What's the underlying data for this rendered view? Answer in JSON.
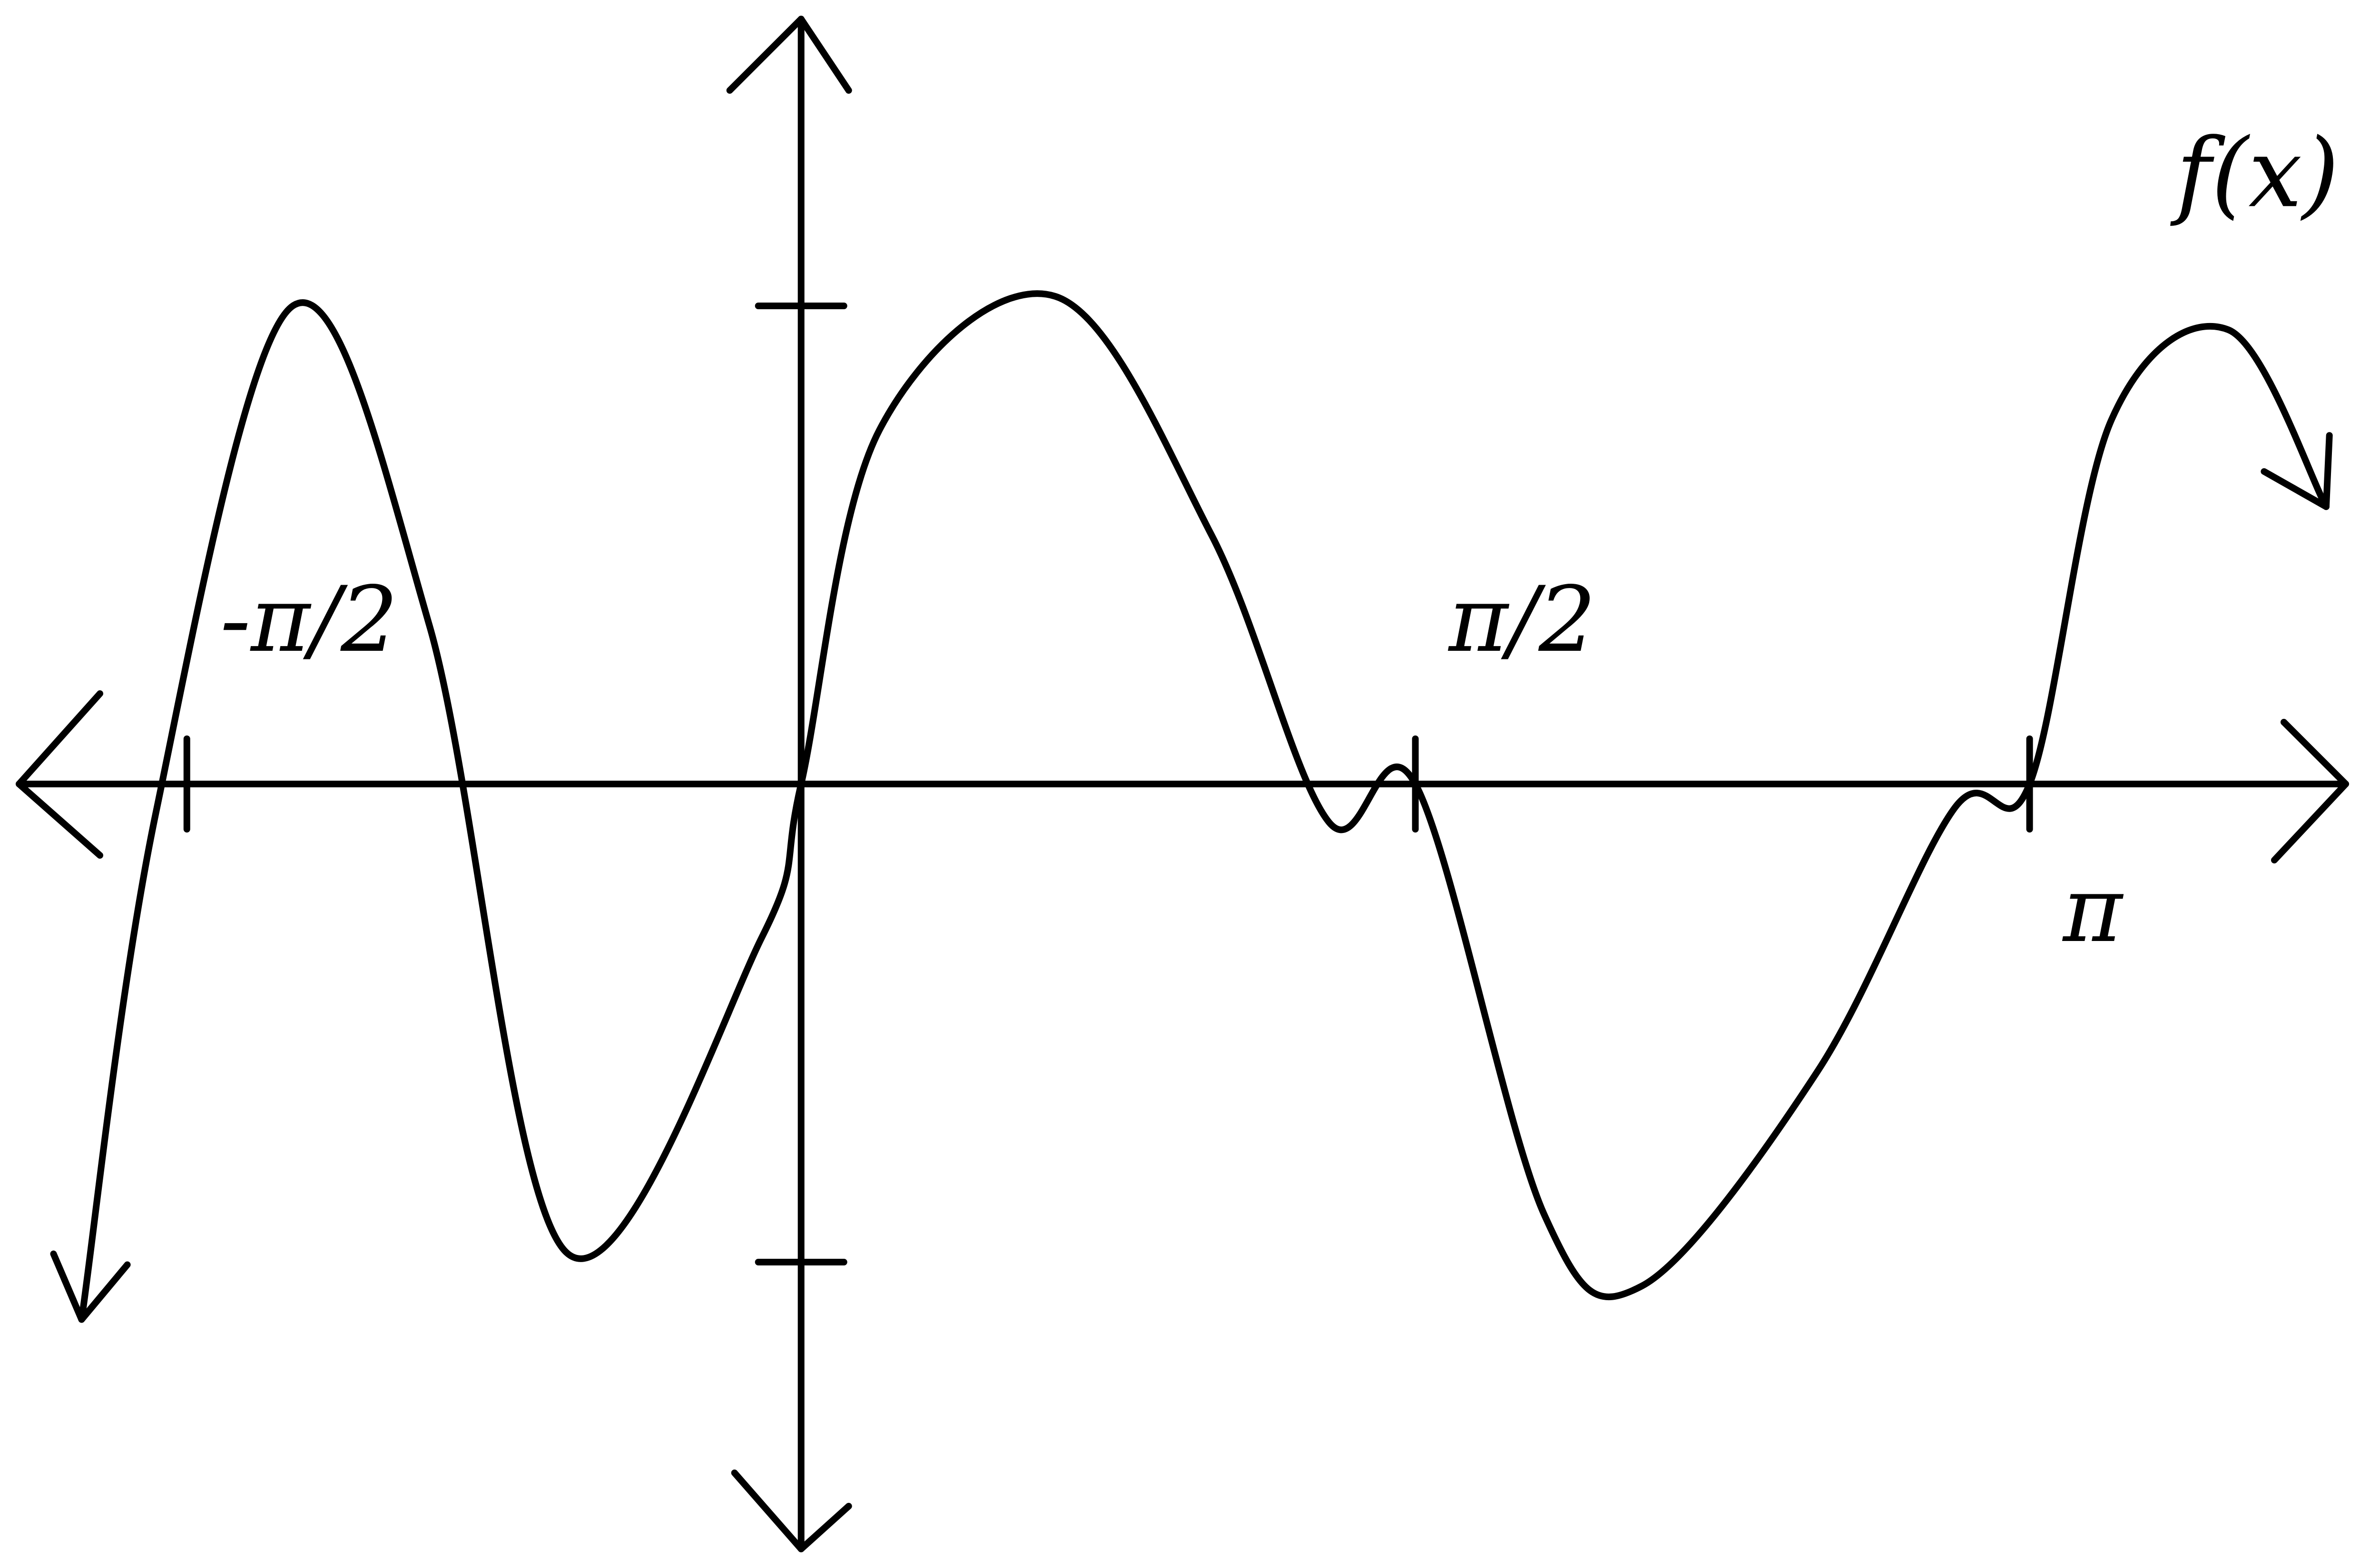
{
  "chart_data": {
    "type": "line",
    "title": "",
    "xlabel": "",
    "ylabel": "",
    "xlim": [
      -2.0,
      3.95
    ],
    "ylim": [
      -1.6,
      1.6
    ],
    "grid": false,
    "axes_arrows": true,
    "x_ticks": [
      {
        "value": -1.5708,
        "label": "-π/2"
      },
      {
        "value": 1.5708,
        "label": "π/2"
      },
      {
        "value": 3.1416,
        "label": "π"
      }
    ],
    "y_ticks": [
      {
        "value": 1,
        "label": ""
      },
      {
        "value": -1,
        "label": ""
      }
    ],
    "series": [
      {
        "name": "f(x)",
        "color": "#000000",
        "x": [
          -1.84,
          -1.65,
          -1.3,
          -0.95,
          -0.6,
          -0.1,
          0,
          0.2,
          0.65,
          1.05,
          1.35,
          1.5708,
          1.9,
          2.15,
          2.6,
          2.95,
          3.1416,
          3.35,
          3.65,
          3.9
        ],
        "y": [
          -1.12,
          -0.06,
          1.0,
          0.33,
          -0.98,
          -0.32,
          0,
          0.74,
          1.02,
          0.52,
          -0.08,
          0,
          -0.9,
          -1.05,
          -0.6,
          -0.05,
          0,
          0.76,
          0.95,
          0.58
        ]
      }
    ]
  }
}
